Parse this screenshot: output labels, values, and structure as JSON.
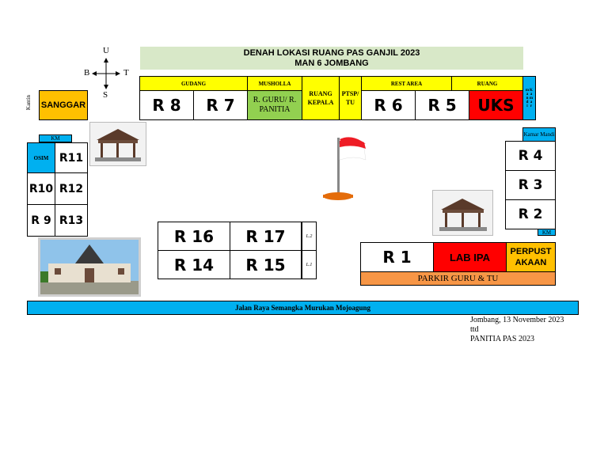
{
  "compass": {
    "north": "U",
    "south": "S",
    "west": "B",
    "east": "T"
  },
  "title": {
    "line1": "DENAH LOKASI RUANG PAS GANJIL 2023",
    "line2": "MAN 6 JOMBANG"
  },
  "top_headers": {
    "gudang": "GUDANG",
    "musholla": "MUSHOLLA",
    "rest_area": "REST AREA",
    "ruang": "RUANG"
  },
  "top_rooms": {
    "r8": "R 8",
    "r7": "R 7",
    "guru": "R. GURU/ R. PANITIA",
    "kepala": "RUANG KEPALA",
    "ptsp": "PTSP/ TU",
    "r6": "R 6",
    "r5": "R 5",
    "uks": "UKS"
  },
  "kamar_mandi_vertical": "Kamar mandi",
  "left_area": {
    "kantin": "Kantin",
    "sanggar": "SANGGAR",
    "km": "KM",
    "osim": "OSIM",
    "r11": "R11",
    "r10": "R10",
    "r12": "R12",
    "r9": "R 9",
    "r13": "R13"
  },
  "right_area": {
    "kamar_mandi": "Kamar Mandi",
    "r4": "R 4",
    "r3": "R 3",
    "r2": "R 2",
    "km": "KM"
  },
  "center_block": {
    "r16": "R 16",
    "r17": "R 17",
    "r14": "R 14",
    "r15": "R 15",
    "l2": "L.2",
    "l1": "L.1"
  },
  "bottom_right": {
    "r1": "R 1",
    "lab_ipa": "LAB IPA",
    "perpustakaan": "PERPUST AKAAN",
    "parkir": "PARKIR GURU & TU"
  },
  "road": "Jalan Raya Semangka Murukan Mojoagung",
  "signature": {
    "line1": "Jombang, 13 November 2023",
    "line2": "ttd",
    "line3": "PANITIA PAS 2023"
  },
  "colors": {
    "yellow": "#ffff00",
    "blue": "#00b0f0",
    "green": "#92d050",
    "red": "#ff0000",
    "orange": "#ffc000",
    "title_bg": "#d8e8c8",
    "parkir": "#f79646"
  },
  "icons": [
    "compass-icon",
    "gazebo-icon",
    "flag-icon",
    "building-photo"
  ]
}
